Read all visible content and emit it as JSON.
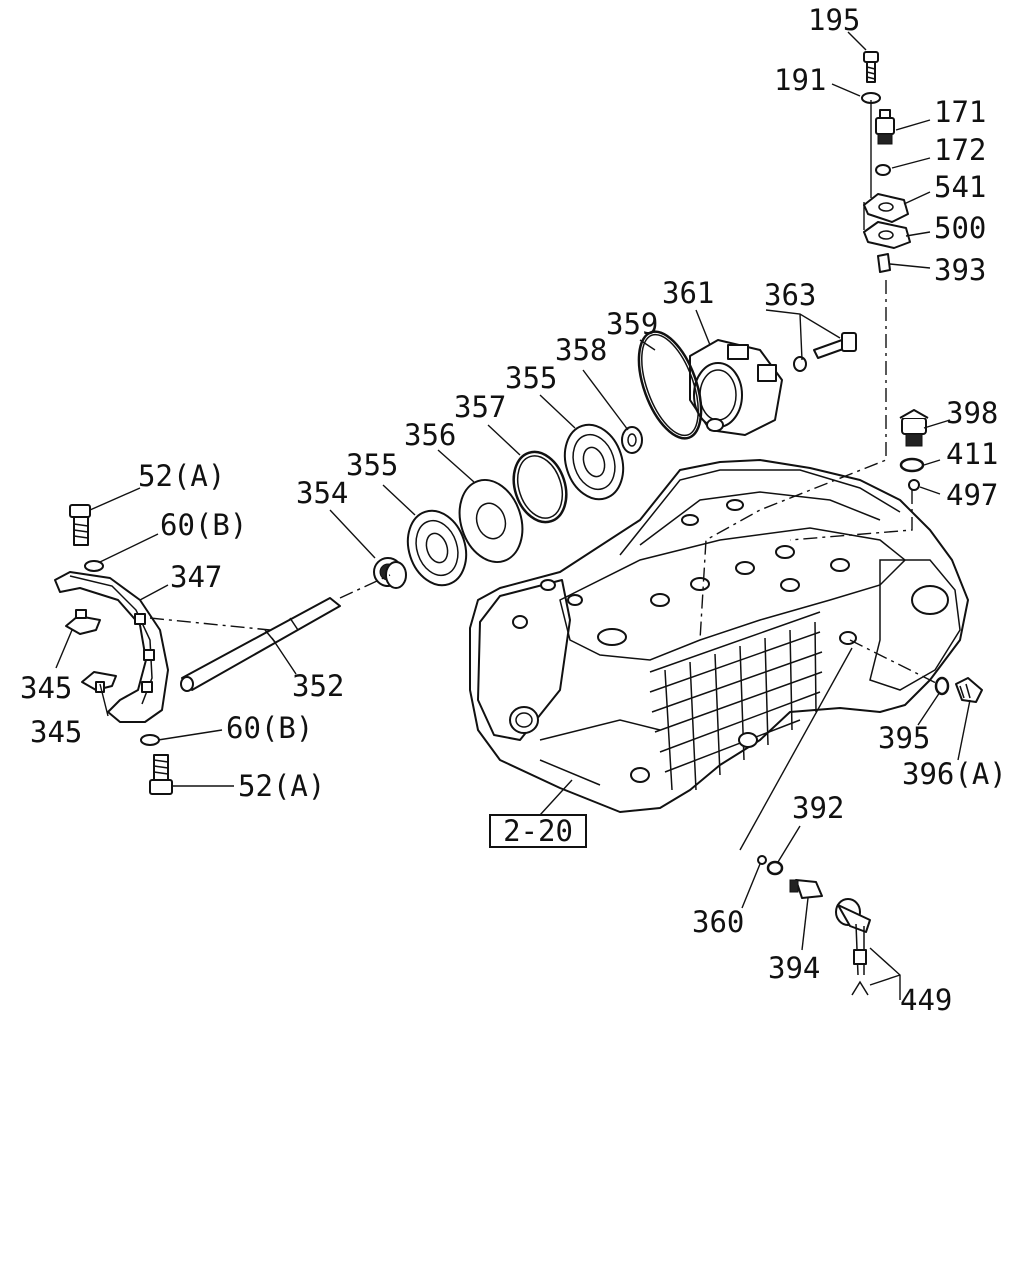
{
  "callouts": {
    "p195": "195",
    "p191": "191",
    "p171": "171",
    "p172": "172",
    "p541": "541",
    "p500": "500",
    "p393": "393",
    "p361": "361",
    "p363": "363",
    "p359": "359",
    "p358": "358",
    "p355a": "355",
    "p357": "357",
    "p356": "356",
    "p355b": "355",
    "p354": "354",
    "p398": "398",
    "p411": "411",
    "p497": "497",
    "p52a_top": "52(A)",
    "p60b_top": "60(B)",
    "p347": "347",
    "p345a": "345",
    "p345b": "345",
    "p352": "352",
    "p60b_bottom": "60(B)",
    "p52a_bottom": "52(A)",
    "p395": "395",
    "p396a": "396(A)",
    "p392": "392",
    "p360": "360",
    "p394": "394",
    "p449": "449"
  },
  "reference_box": {
    "label": "2-20"
  }
}
